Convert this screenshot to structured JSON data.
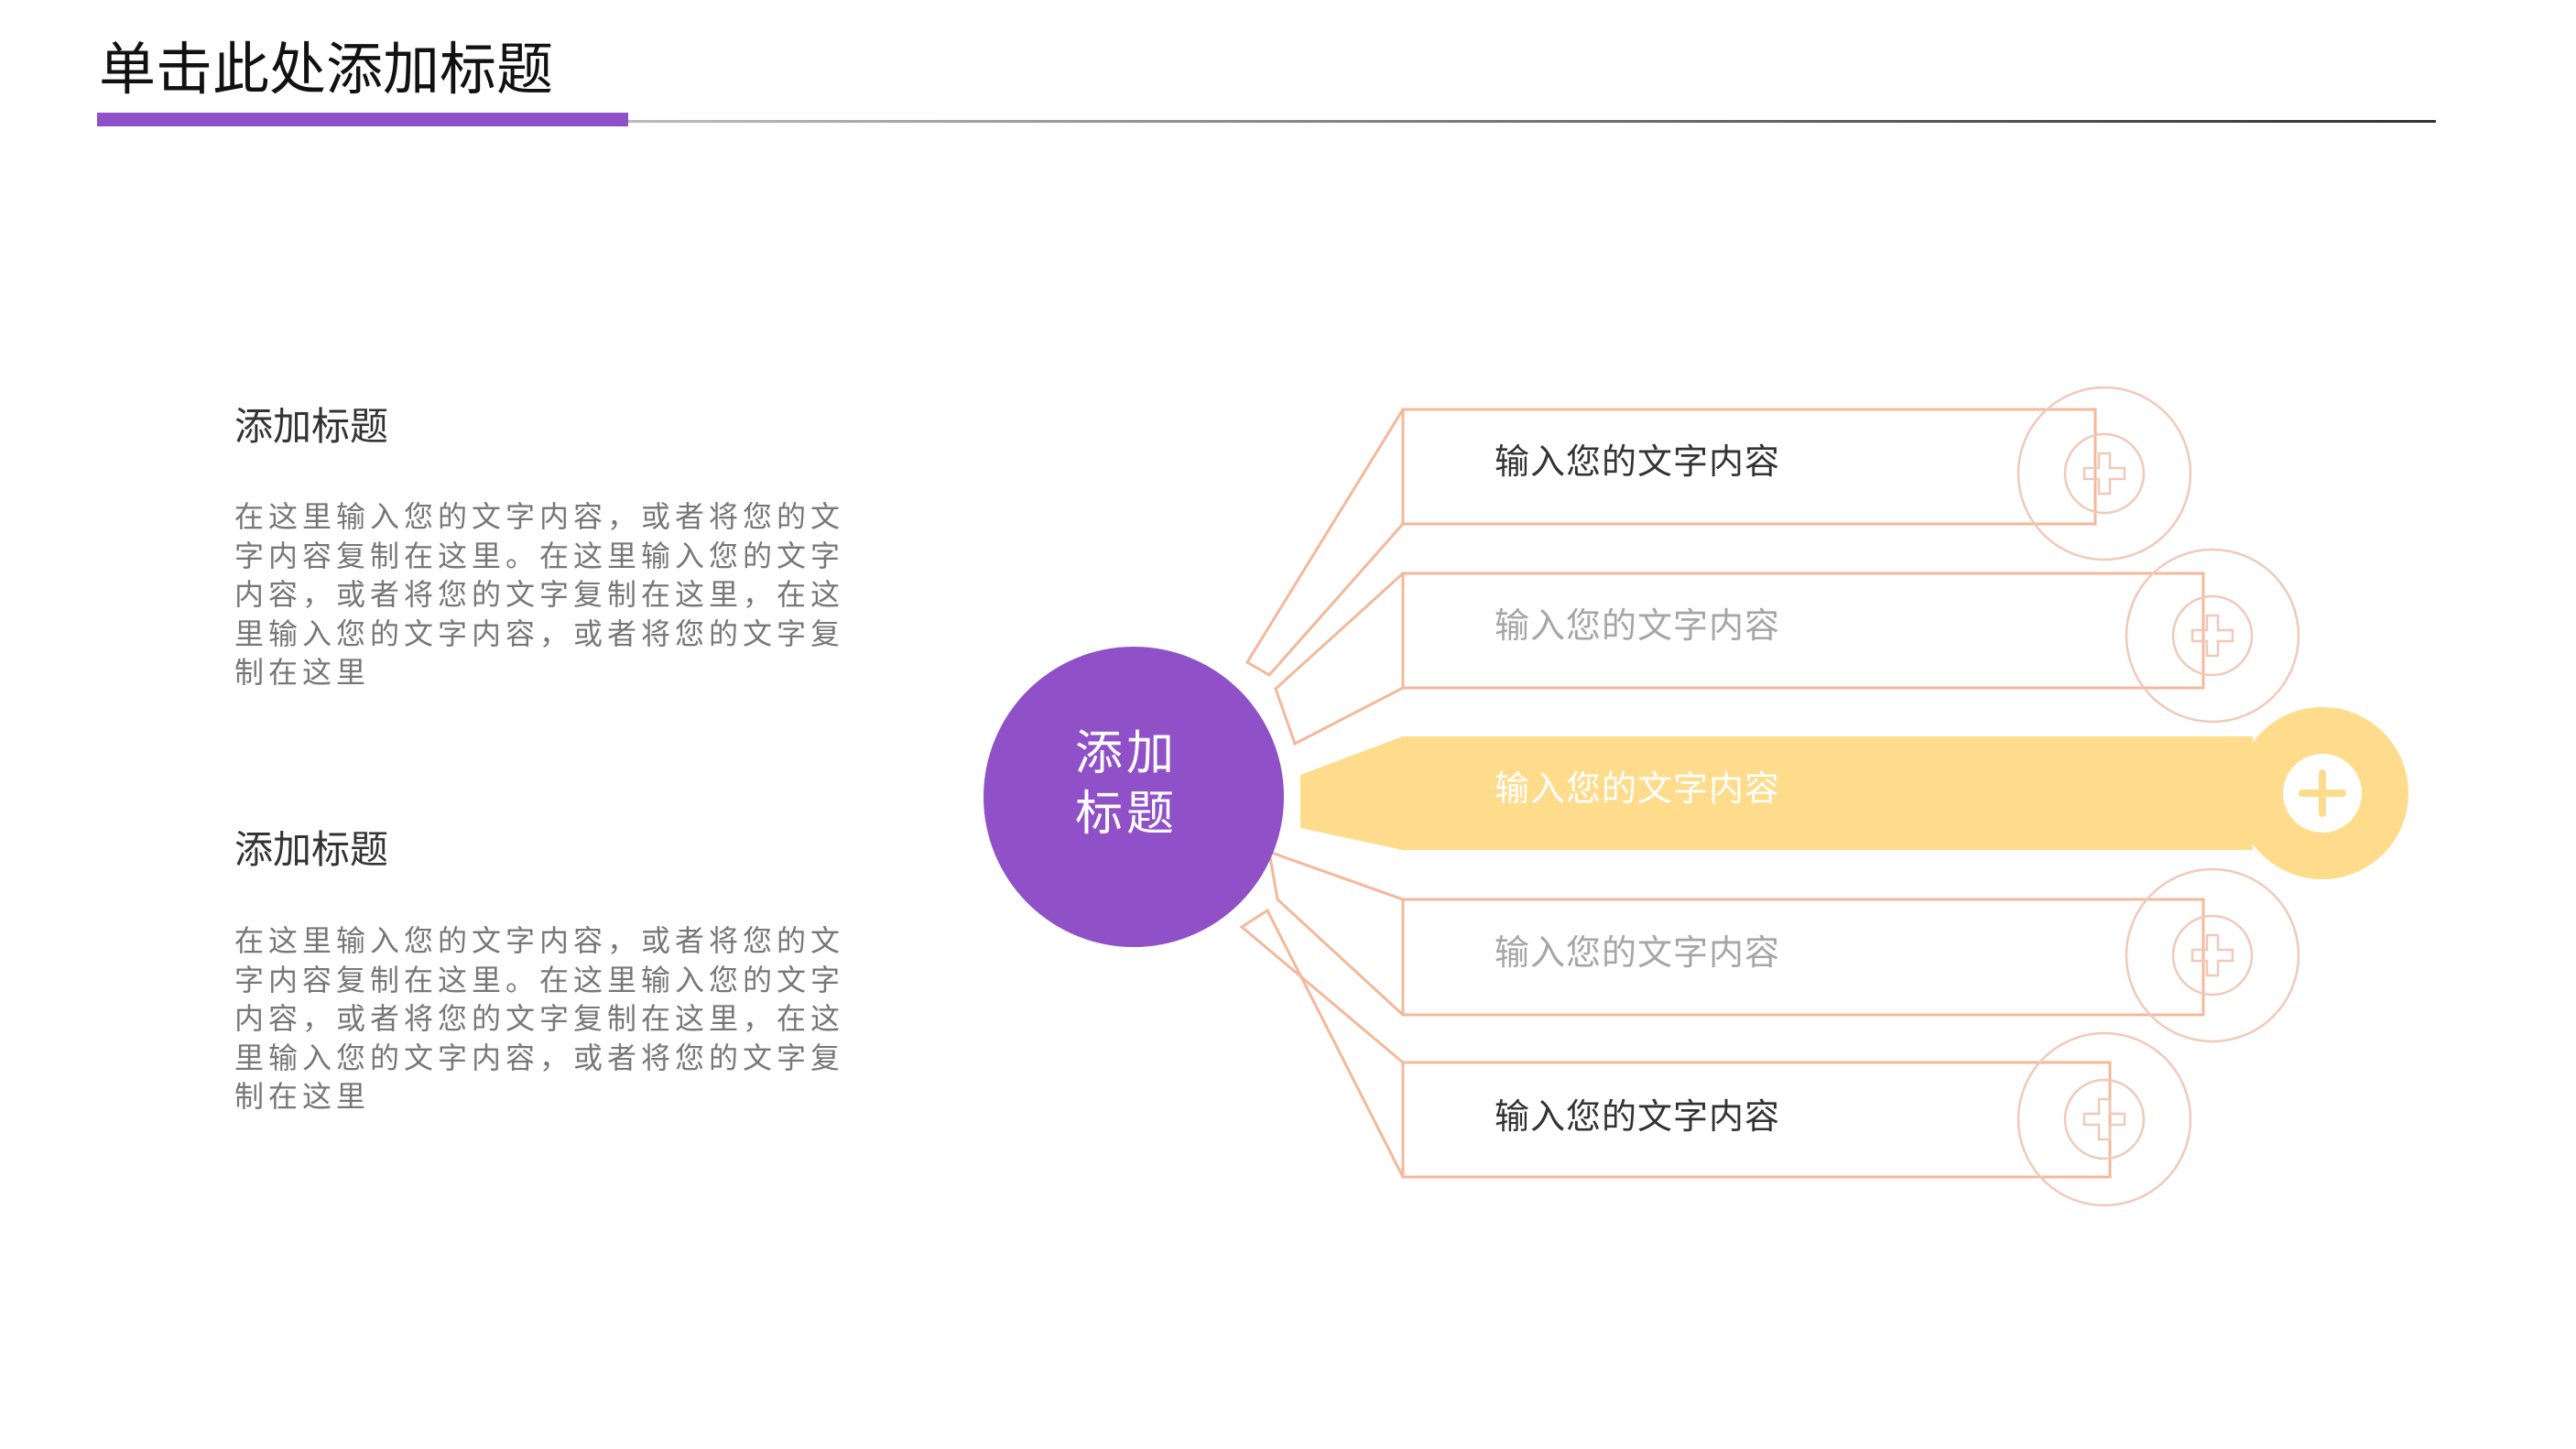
{
  "slide": {
    "title": "单击此处添加标题"
  },
  "blocks": [
    {
      "heading": "添加标题",
      "body": "在这里输入您的文字内容，或者将您的文字内容复制在这里。在这里输入您的文字内容，或者将您的文字复制在这里，在这里输入您的文字内容，或者将您的文字复制在这里"
    },
    {
      "heading": "添加标题",
      "body": "在这里输入您的文字内容，或者将您的文字内容复制在这里。在这里输入您的文字内容，或者将您的文字复制在这里，在这里输入您的文字内容，或者将您的文字复制在这里"
    }
  ],
  "diagram": {
    "hub": {
      "line1": "添加",
      "line2": "标题",
      "color": "#9050c8"
    },
    "branches": [
      {
        "label": "输入您的文字内容",
        "text_color": "#333333",
        "highlighted": false,
        "icon": "plus-icon"
      },
      {
        "label": "输入您的文字内容",
        "text_color": "#a6a6a6",
        "highlighted": false,
        "icon": "plus-icon"
      },
      {
        "label": "输入您的文字内容",
        "text_color": "#ffffff",
        "highlighted": true,
        "icon": "plus-icon"
      },
      {
        "label": "输入您的文字内容",
        "text_color": "#a6a6a6",
        "highlighted": false,
        "icon": "plus-icon"
      },
      {
        "label": "输入您的文字内容",
        "text_color": "#333333",
        "highlighted": false,
        "icon": "plus-icon"
      }
    ],
    "outline_color": "#f4b89a",
    "circle_color": "#f0c9b8",
    "highlight_color": "#ffdc8c",
    "accent_color": "#9050c8"
  }
}
